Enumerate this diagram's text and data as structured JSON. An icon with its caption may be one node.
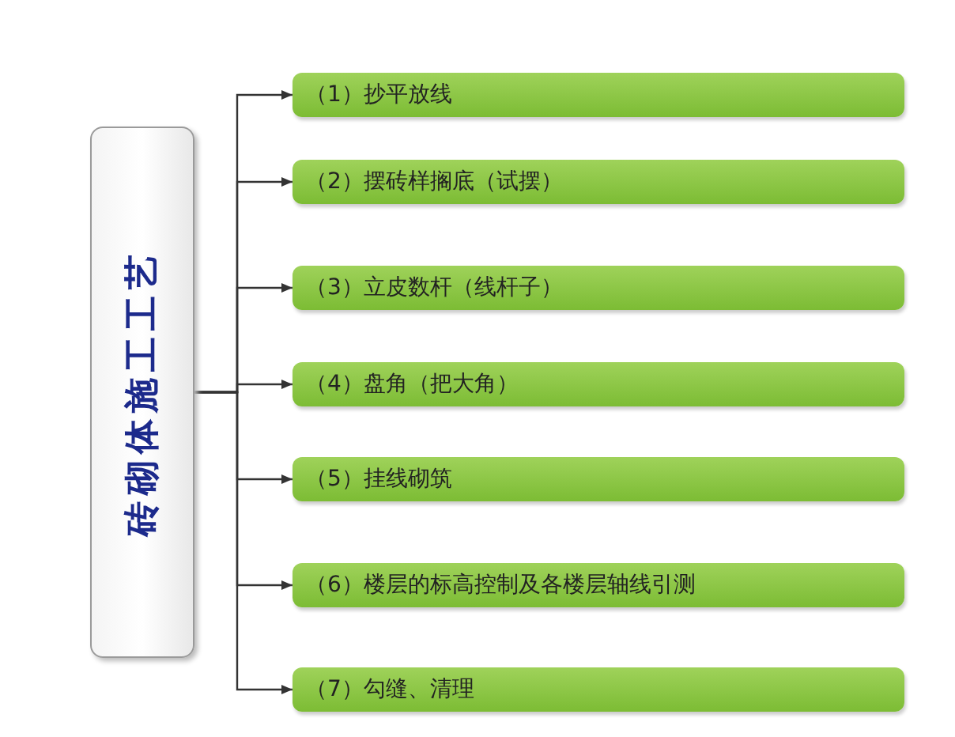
{
  "diagram": {
    "nodes": [
      {
        "text": [
          "砖砌体施工工艺"
        ]
      },
      {
        "text": [
          "（1）抄平放线"
        ]
      },
      {
        "text": [
          "（2）摆砖样搁底（试摆）"
        ]
      },
      {
        "text": [
          "（3）立皮数杆（线杆子）"
        ]
      },
      {
        "text": [
          "（4）盘角（把大角）"
        ]
      },
      {
        "text": [
          "（5）挂线砌筑"
        ]
      },
      {
        "text": [
          "（6）楼层的标高控制及各楼层轴线引测"
        ]
      },
      {
        "text": [
          "（7）勾缝、清理"
        ]
      }
    ],
    "edges": [
      {
        "from": 0,
        "to": 1,
        "arrow": "to"
      },
      {
        "from": 0,
        "to": 2,
        "arrow": "to"
      },
      {
        "from": 0,
        "to": 3,
        "arrow": "to"
      },
      {
        "from": 0,
        "to": 4,
        "arrow": "to"
      },
      {
        "from": 0,
        "to": 5,
        "arrow": "to"
      },
      {
        "from": 0,
        "to": 6,
        "arrow": "to"
      },
      {
        "from": 0,
        "to": 7,
        "arrow": "to"
      }
    ]
  }
}
